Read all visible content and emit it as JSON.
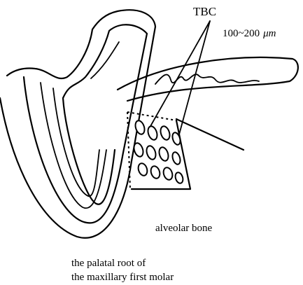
{
  "labels": {
    "tbc": "TBC",
    "size_value": "100~200",
    "size_unit": "μm",
    "alveolar_bone": "alveolar bone",
    "root_line1": "the palatal root of",
    "root_line2": "the maxillary first molar"
  },
  "colors": {
    "ink": "#000000",
    "background": "#ffffff"
  }
}
